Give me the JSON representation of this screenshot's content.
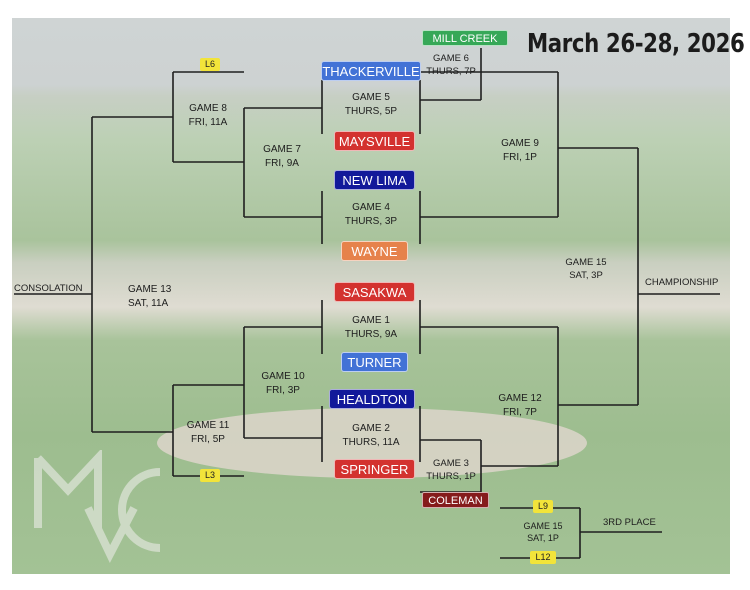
{
  "header": {
    "dates": "March 26-28, 2026"
  },
  "teams": {
    "mill_creek": "MILL CREEK",
    "thackerville": "THACKERVILLE",
    "maysville": "MAYSVILLE",
    "new_lima": "NEW LIMA",
    "wayne": "WAYNE",
    "sasakwa": "SASAKWA",
    "turner": "TURNER",
    "healdton": "HEALDTON",
    "springer": "SPRINGER",
    "coleman": "COLEMAN"
  },
  "tags": {
    "l6": "L6",
    "l3": "L3",
    "l9": "L9",
    "l12": "L12"
  },
  "games": {
    "g1": {
      "name": "GAME 1",
      "time": "THURS, 9A"
    },
    "g2": {
      "name": "GAME 2",
      "time": "THURS, 11A"
    },
    "g3": {
      "name": "GAME 3",
      "time": "THURS, 1P"
    },
    "g4": {
      "name": "GAME 4",
      "time": "THURS, 3P"
    },
    "g5": {
      "name": "GAME 5",
      "time": "THURS, 5P"
    },
    "g6": {
      "name": "GAME 6",
      "time": "THURS, 7P"
    },
    "g7": {
      "name": "GAME 7",
      "time": "FRI, 9A"
    },
    "g8": {
      "name": "GAME 8",
      "time": "FRI, 11A"
    },
    "g9": {
      "name": "GAME 9",
      "time": "FRI, 1P"
    },
    "g10": {
      "name": "GAME 10",
      "time": "FRI, 3P"
    },
    "g11": {
      "name": "GAME 11",
      "time": "FRI, 5P"
    },
    "g12": {
      "name": "GAME 12",
      "time": "FRI, 7P"
    },
    "g13": {
      "name": "GAME 13",
      "time": "SAT, 11A"
    },
    "g15": {
      "name": "GAME 15",
      "time": "SAT, 3P"
    },
    "g15b": {
      "name": "GAME 15",
      "time": "SAT, 1P"
    }
  },
  "labels": {
    "consolation": "CONSOLATION",
    "championship": "CHAMPIONSHIP",
    "third_place": "3RD PLACE"
  },
  "colors": {
    "blue": "#4272d6",
    "red": "#d3322f",
    "navy": "#12199a",
    "orange": "#e6824b",
    "green": "#36a857",
    "dark_red": "#851c1c",
    "loser_tag": "#f2e43a"
  }
}
